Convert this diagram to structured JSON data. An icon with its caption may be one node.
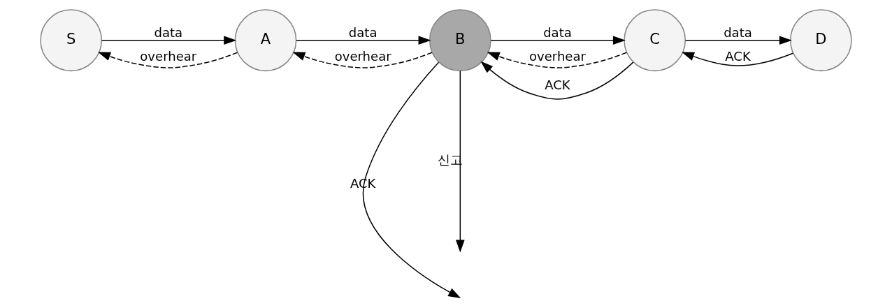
{
  "diagram": {
    "nodes": [
      {
        "text": [
          "S"
        ]
      },
      {
        "text": [
          "A"
        ]
      },
      {
        "text": [
          "B"
        ]
      },
      {
        "text": [
          "C"
        ]
      },
      {
        "text": [
          "D"
        ]
      }
    ],
    "edges": [
      {
        "from": 0,
        "to": 1,
        "arrow": "to",
        "label": "data"
      },
      {
        "from": 1,
        "to": 0,
        "arrow": "to",
        "label": "overhear",
        "style": "dashed"
      },
      {
        "from": 1,
        "to": 2,
        "arrow": "to",
        "label": "data"
      },
      {
        "from": 2,
        "to": 1,
        "arrow": "to",
        "label": "overhear",
        "style": "dashed"
      },
      {
        "from": 2,
        "to": 3,
        "arrow": "to",
        "label": "data"
      },
      {
        "from": 3,
        "to": 2,
        "arrow": "to",
        "label": "overhear",
        "style": "dashed"
      },
      {
        "from": 3,
        "to": 4,
        "arrow": "to",
        "label": "data"
      },
      {
        "from": 4,
        "to": 3,
        "arrow": "to",
        "label": "ACK"
      },
      {
        "from": 3,
        "to": 2,
        "arrow": "to",
        "label": "ACK"
      },
      {
        "from": 2,
        "to": null,
        "arrow": "to",
        "label": "ACK"
      },
      {
        "from": 2,
        "to": null,
        "arrow": "to",
        "label": "신고"
      }
    ]
  }
}
